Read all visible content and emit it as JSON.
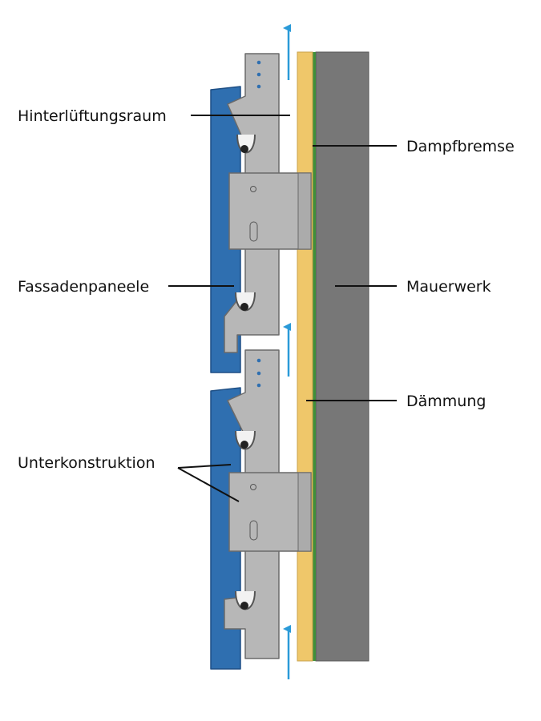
{
  "labels": {
    "hinterlueftungsraum": "Hinterlüftungsraum",
    "fassadenpaneele": "Fassadenpaneele",
    "unterkonstruktion": "Unterkonstruktion",
    "dampfbremse": "Dampfbremse",
    "mauerwerk": "Mauerwerk",
    "daemmung": "Dämmung"
  },
  "colors": {
    "wall": "#777777",
    "insulation": "#EFC76A",
    "vapor_barrier": "#3F8F3A",
    "panel": "#2F6FB0",
    "substructure": "#B7B7B7",
    "airflow_arrow": "#2A9AD8",
    "leader_line": "#111111"
  },
  "icons": {
    "airflow": "arrow-up-icon"
  }
}
